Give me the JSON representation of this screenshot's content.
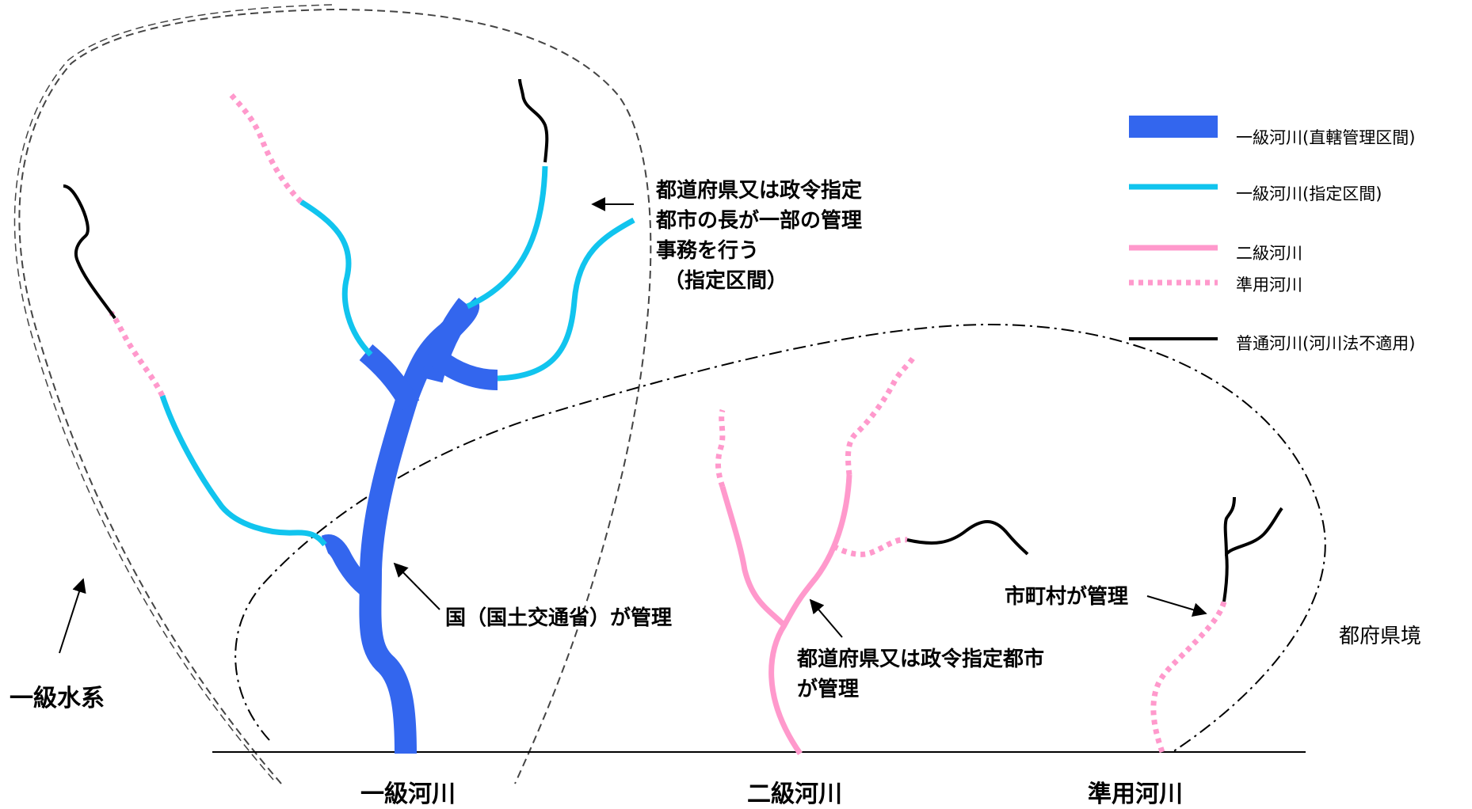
{
  "legend": [
    {
      "key": "direct",
      "label": "一級河川(直轄管理区間)",
      "color": "#3366ee",
      "style": "thick-solid"
    },
    {
      "key": "designated",
      "label": "一級河川(指定区間)",
      "color": "#11c4ee",
      "style": "solid"
    },
    {
      "key": "class2",
      "label": "二級河川",
      "color": "#ff99cc",
      "style": "solid"
    },
    {
      "key": "semi",
      "label": "準用河川",
      "color": "#ff99cc",
      "style": "dotted"
    },
    {
      "key": "ordinary",
      "label": "普通河川(河川法不適用)",
      "color": "#000000",
      "style": "solid"
    }
  ],
  "annotations": {
    "designated_section": [
      "都道府県又は政令指定",
      "都市の長が一部の管理",
      "事務を行う",
      "（指定区間）"
    ],
    "national": "国（国土交通省）が管理",
    "prefecture": [
      "都道府県又は政令指定都市",
      "が管理"
    ],
    "municipal": "市町村が管理",
    "prefecture_border": "都府県境",
    "class1_system": "一級水系"
  },
  "bottom_labels": {
    "class1": "一級河川",
    "class2": "二級河川",
    "semi": "準用河川"
  },
  "colors": {
    "direct": "#3366ee",
    "designated": "#11c4ee",
    "pink": "#ff99cc",
    "ordinary": "#000000",
    "boundary": "#000000"
  }
}
